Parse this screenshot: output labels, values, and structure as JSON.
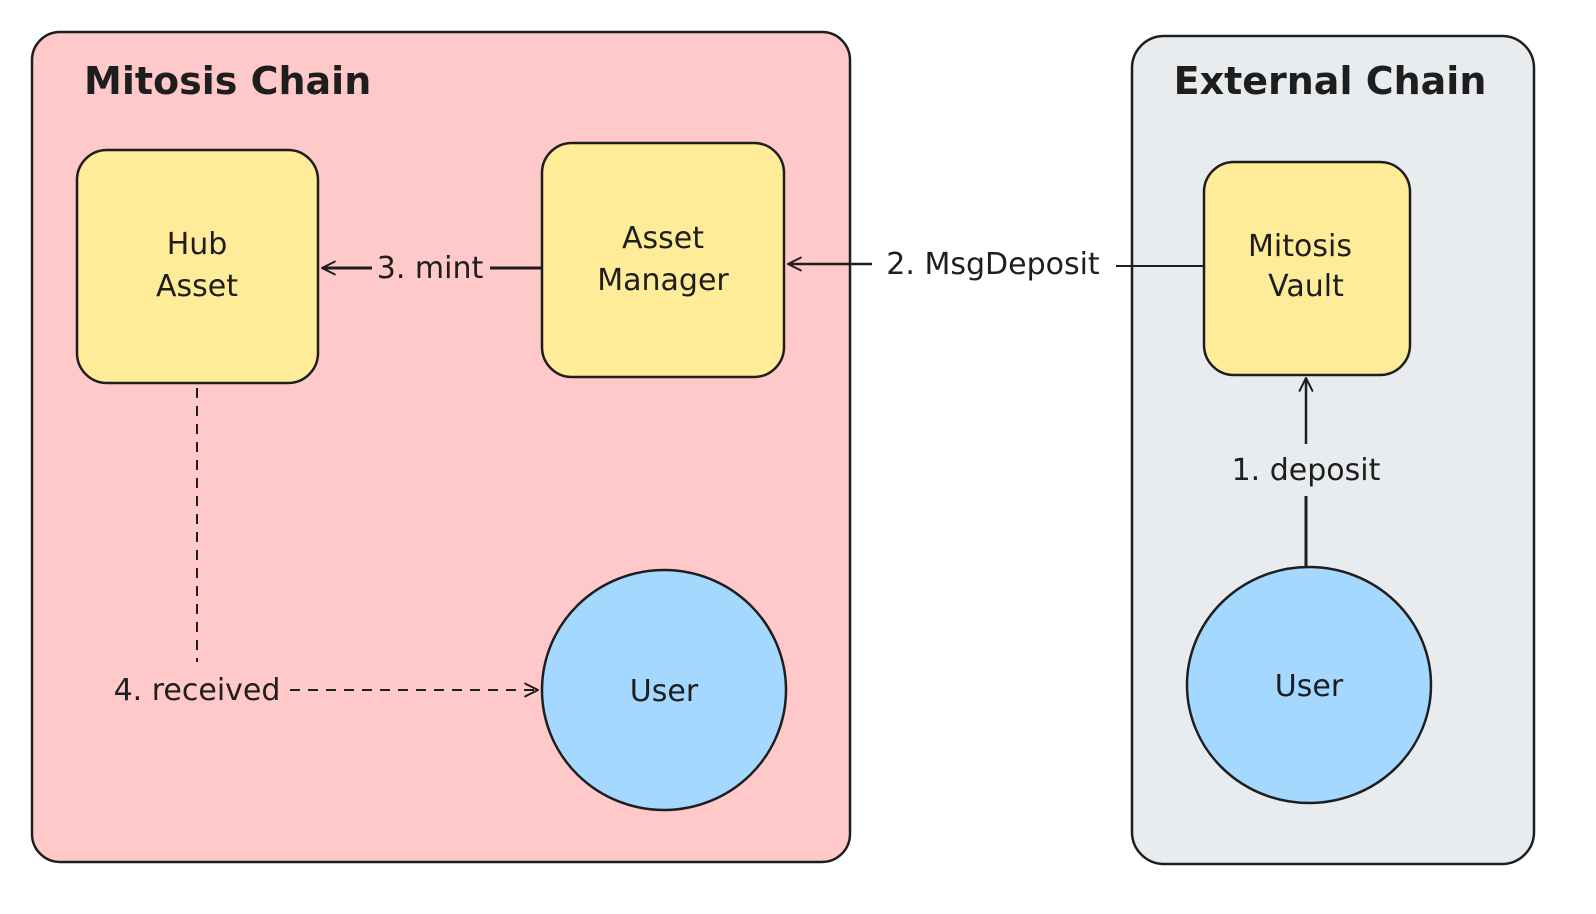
{
  "colors": {
    "mitosis_chain_fill": "#ffc9c9",
    "external_chain_fill": "#e9ecef",
    "box_fill": "#ffec99",
    "user_fill": "#a5d8ff",
    "stroke": "#1e1e1e"
  },
  "groups": {
    "mitosis_chain": {
      "title": "Mitosis Chain"
    },
    "external_chain": {
      "title": "External Chain"
    }
  },
  "nodes": {
    "hub_asset": {
      "line1": "Hub",
      "line2": "Asset"
    },
    "asset_manager": {
      "line1": "Asset",
      "line2": "Manager"
    },
    "mitosis_vault": {
      "line1": "Mitosis",
      "line2": "Vault"
    },
    "user_mitosis": {
      "label": "User"
    },
    "user_external": {
      "label": "User"
    }
  },
  "edges": {
    "deposit": {
      "label": "1. deposit"
    },
    "msg_deposit": {
      "label": "2. MsgDeposit"
    },
    "mint": {
      "label": "3. mint"
    },
    "received": {
      "label": "4. received"
    }
  }
}
